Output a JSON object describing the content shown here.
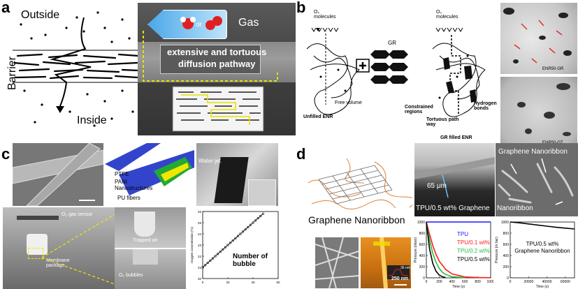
{
  "panel_a": {
    "letter": "a",
    "outside": "Outside",
    "inside": "Inside",
    "barrier": "Barrier",
    "gas": "Gas",
    "or": "or",
    "pathway_line1": "extensive and tortuous",
    "pathway_line2": "diffusion pathway"
  },
  "panel_b": {
    "letter": "b",
    "o2_left": "O₂\nmolecules",
    "o2_right": "O₂\nmolecules",
    "gr": "GR",
    "free_volume": "Free volume",
    "unfilled": "Unfilled ENR",
    "constrained": "Constrained\nregions",
    "tortuous": "Tortuous path\nway",
    "hydrogen": "Hydrogen\nbonds",
    "gr_filled": "GR filled ENR",
    "img_top_label": "ENR50-GR",
    "img_bottom_label": "ENR50-GT"
  },
  "panel_c": {
    "letter": "c",
    "ptfe": "PTFE",
    "pani": "PANI\nNanostructures",
    "pu": "PU fibers",
    "water_jet": "Water jet",
    "o2_sensor": "O₂ gas sensor",
    "membrane": "Membrane\npackage",
    "trapped_air": "Trapped air",
    "o2_bubbles": "O₂ bubbles",
    "number_of_bubble": "Number of\nbubble",
    "chart_ylabel": "Oxygen concentration (%)"
  },
  "panel_d": {
    "letter": "d",
    "graphene_nanoribbon": "Graphene Nanoribbon",
    "thickness": "65 μm",
    "tpu_caption_left": "TPU/0.5 wt% Graphene",
    "tpu_caption_right": "Nanoribbon",
    "sem_label": "Graphene Nanoribbon",
    "scale_36": "36 nm",
    "scale_250": "250 nm",
    "chart1_ylabel": "Pressure (mbar)",
    "chart1_xlabel": "Time (s)",
    "chart2_ylabel": "Pressure (m bar)",
    "chart2_xlabel": "Time (s)",
    "chart2_legend": "TPU/0.5 wt%\nGraphene Nanoribbon"
  },
  "chart_data": [
    {
      "type": "line",
      "panel": "c",
      "title": "",
      "xlabel": "",
      "ylabel": "Oxygen concentration (%)",
      "xlim": [
        0,
        60
      ],
      "ylim": [
        20,
        26
      ],
      "xticks": [
        0,
        20,
        40,
        60
      ],
      "yticks": [
        20,
        21,
        22,
        23,
        24,
        25,
        26
      ],
      "series": [
        {
          "x": [
            0,
            2,
            4,
            6,
            8,
            10,
            12,
            14,
            16,
            18,
            20,
            22,
            24,
            26,
            28,
            30,
            32,
            34,
            36,
            38,
            40,
            42,
            44,
            46,
            48
          ],
          "values": [
            21.0,
            21.2,
            21.4,
            21.6,
            21.8,
            22.0,
            22.2,
            22.4,
            22.6,
            22.8,
            23.0,
            23.2,
            23.4,
            23.6,
            23.8,
            24.0,
            24.2,
            24.4,
            24.6,
            24.8,
            25.0,
            25.2,
            25.4,
            25.6,
            25.8
          ]
        }
      ]
    },
    {
      "type": "line",
      "panel": "d",
      "title": "",
      "xlabel": "Time (s)",
      "ylabel": "Pressure (mbar)",
      "xlim": [
        0,
        1000
      ],
      "ylim": [
        0,
        1000
      ],
      "xticks": [
        0,
        200,
        400,
        600,
        800,
        1000
      ],
      "yticks": [
        0,
        200,
        400,
        600,
        800,
        1000
      ],
      "series": [
        {
          "name": "TPU",
          "color": "#1a1aff",
          "x": [
            0,
            200,
            400,
            600,
            800,
            1000
          ],
          "values": [
            1000,
            1000,
            1000,
            1000,
            1000,
            1000
          ]
        },
        {
          "name": "TPU/0.1 wt%",
          "color": "#ff1a1a",
          "x": [
            0,
            50,
            100,
            150,
            200,
            300,
            400,
            600,
            800,
            1000
          ],
          "values": [
            1000,
            780,
            580,
            420,
            300,
            150,
            70,
            15,
            5,
            2
          ]
        },
        {
          "name": "TPU/0.2 wt%",
          "color": "#1fbf3f",
          "x": [
            0,
            50,
            100,
            150,
            200,
            250,
            300,
            400,
            600
          ],
          "values": [
            1000,
            680,
            440,
            280,
            170,
            100,
            60,
            20,
            3
          ]
        },
        {
          "name": "TPU/0.5 wt%",
          "color": "#000000",
          "x": [
            0,
            50,
            100,
            150,
            200,
            250,
            300
          ],
          "values": [
            1000,
            520,
            260,
            120,
            50,
            20,
            5
          ]
        }
      ]
    },
    {
      "type": "line",
      "panel": "d",
      "title": "",
      "xlabel": "Time (s)",
      "ylabel": "Pressure (m bar)",
      "xlim": [
        0,
        70000
      ],
      "ylim": [
        0,
        1000
      ],
      "xticks": [
        0,
        20000,
        40000,
        60000
      ],
      "yticks": [
        0,
        200,
        400,
        600,
        800,
        1000
      ],
      "series": [
        {
          "name": "TPU/0.5 wt% Graphene Nanoribbon",
          "color": "#000000",
          "x": [
            0,
            10000,
            20000,
            30000,
            40000,
            50000,
            60000,
            70000
          ],
          "values": [
            1000,
            985,
            965,
            945,
            925,
            905,
            890,
            875
          ]
        }
      ]
    }
  ]
}
